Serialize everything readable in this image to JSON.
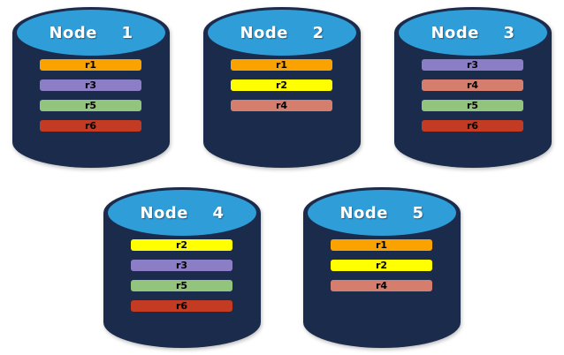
{
  "diagram": {
    "background_color": "#ffffff",
    "cylinder_body_color": "#1b2b4c",
    "cylinder_top_color": "#2f9dd8",
    "replica_colors": {
      "r1": "#f9a200",
      "r2": "#ffff00",
      "r3": "#8b7ec6",
      "r4": "#d67e6e",
      "r5": "#93c47d",
      "r6": "#c23b22"
    },
    "nodes": [
      {
        "label": "Node  1",
        "replicas": [
          "r1",
          "r3",
          "r5",
          "r6"
        ]
      },
      {
        "label": "Node  2",
        "replicas": [
          "r1",
          "r2",
          "r4"
        ]
      },
      {
        "label": "Node  3",
        "replicas": [
          "r3",
          "r4",
          "r5",
          "r6"
        ]
      },
      {
        "label": "Node  4",
        "replicas": [
          "r2",
          "r3",
          "r5",
          "r6"
        ]
      },
      {
        "label": "Node  5",
        "replicas": [
          "r1",
          "r2",
          "r4"
        ]
      }
    ]
  }
}
